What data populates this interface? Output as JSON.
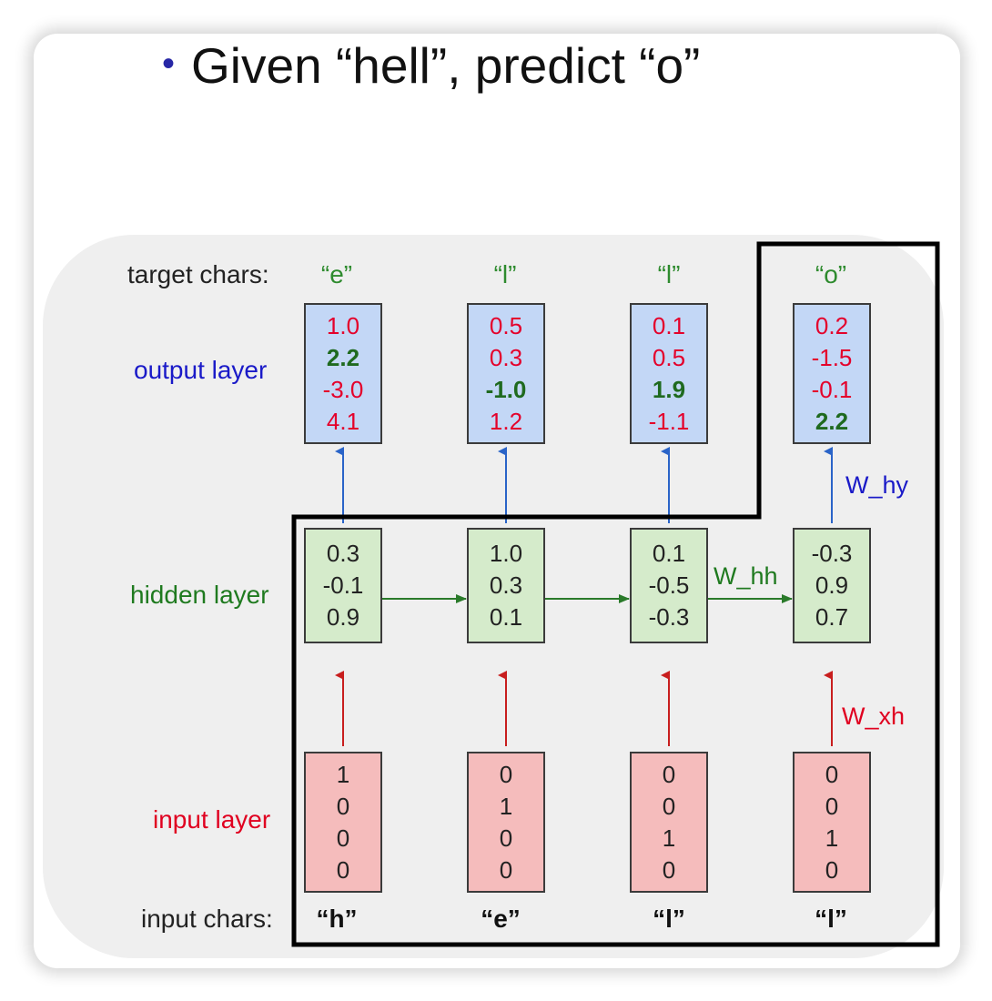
{
  "title": {
    "bullet": "•",
    "text": "Given “hell”, predict “o”"
  },
  "labels": {
    "target_chars": "target chars:",
    "output_layer": "output layer",
    "hidden_layer": "hidden layer",
    "input_layer": "input layer",
    "input_chars": "input chars:"
  },
  "weights": {
    "w_hy": "W_hy",
    "w_hh": "W_hh",
    "w_xh": "W_xh"
  },
  "target_chars": [
    "“e”",
    "“l”",
    "“l”",
    "“o”"
  ],
  "input_chars": [
    "“h”",
    "“e”",
    "“l”",
    "“l”"
  ],
  "output_vectors": [
    [
      "1.0",
      "2.2",
      "-3.0",
      "4.1"
    ],
    [
      "0.5",
      "0.3",
      "-1.0",
      "1.2"
    ],
    [
      "0.1",
      "0.5",
      "1.9",
      "-1.1"
    ],
    [
      "0.2",
      "-1.5",
      "-0.1",
      "2.2"
    ]
  ],
  "output_highlight_index": [
    1,
    2,
    2,
    3
  ],
  "hidden_vectors": [
    [
      "0.3",
      "-0.1",
      "0.9"
    ],
    [
      "1.0",
      "0.3",
      "0.1"
    ],
    [
      "0.1",
      "-0.5",
      "-0.3"
    ],
    [
      "-0.3",
      "0.9",
      "0.7"
    ]
  ],
  "input_vectors": [
    [
      "1",
      "0",
      "0",
      "0"
    ],
    [
      "0",
      "1",
      "0",
      "0"
    ],
    [
      "0",
      "0",
      "1",
      "0"
    ],
    [
      "0",
      "0",
      "1",
      "0"
    ]
  ],
  "colors": {
    "target": "#2e8b2e",
    "output_label": "#1a1ac8",
    "hidden_label": "#1f7a1f",
    "input_label": "#e00020",
    "arrow_up_output": "#2a64c8",
    "arrow_hidden": "#2a7a2a",
    "arrow_input": "#c81e1e"
  }
}
